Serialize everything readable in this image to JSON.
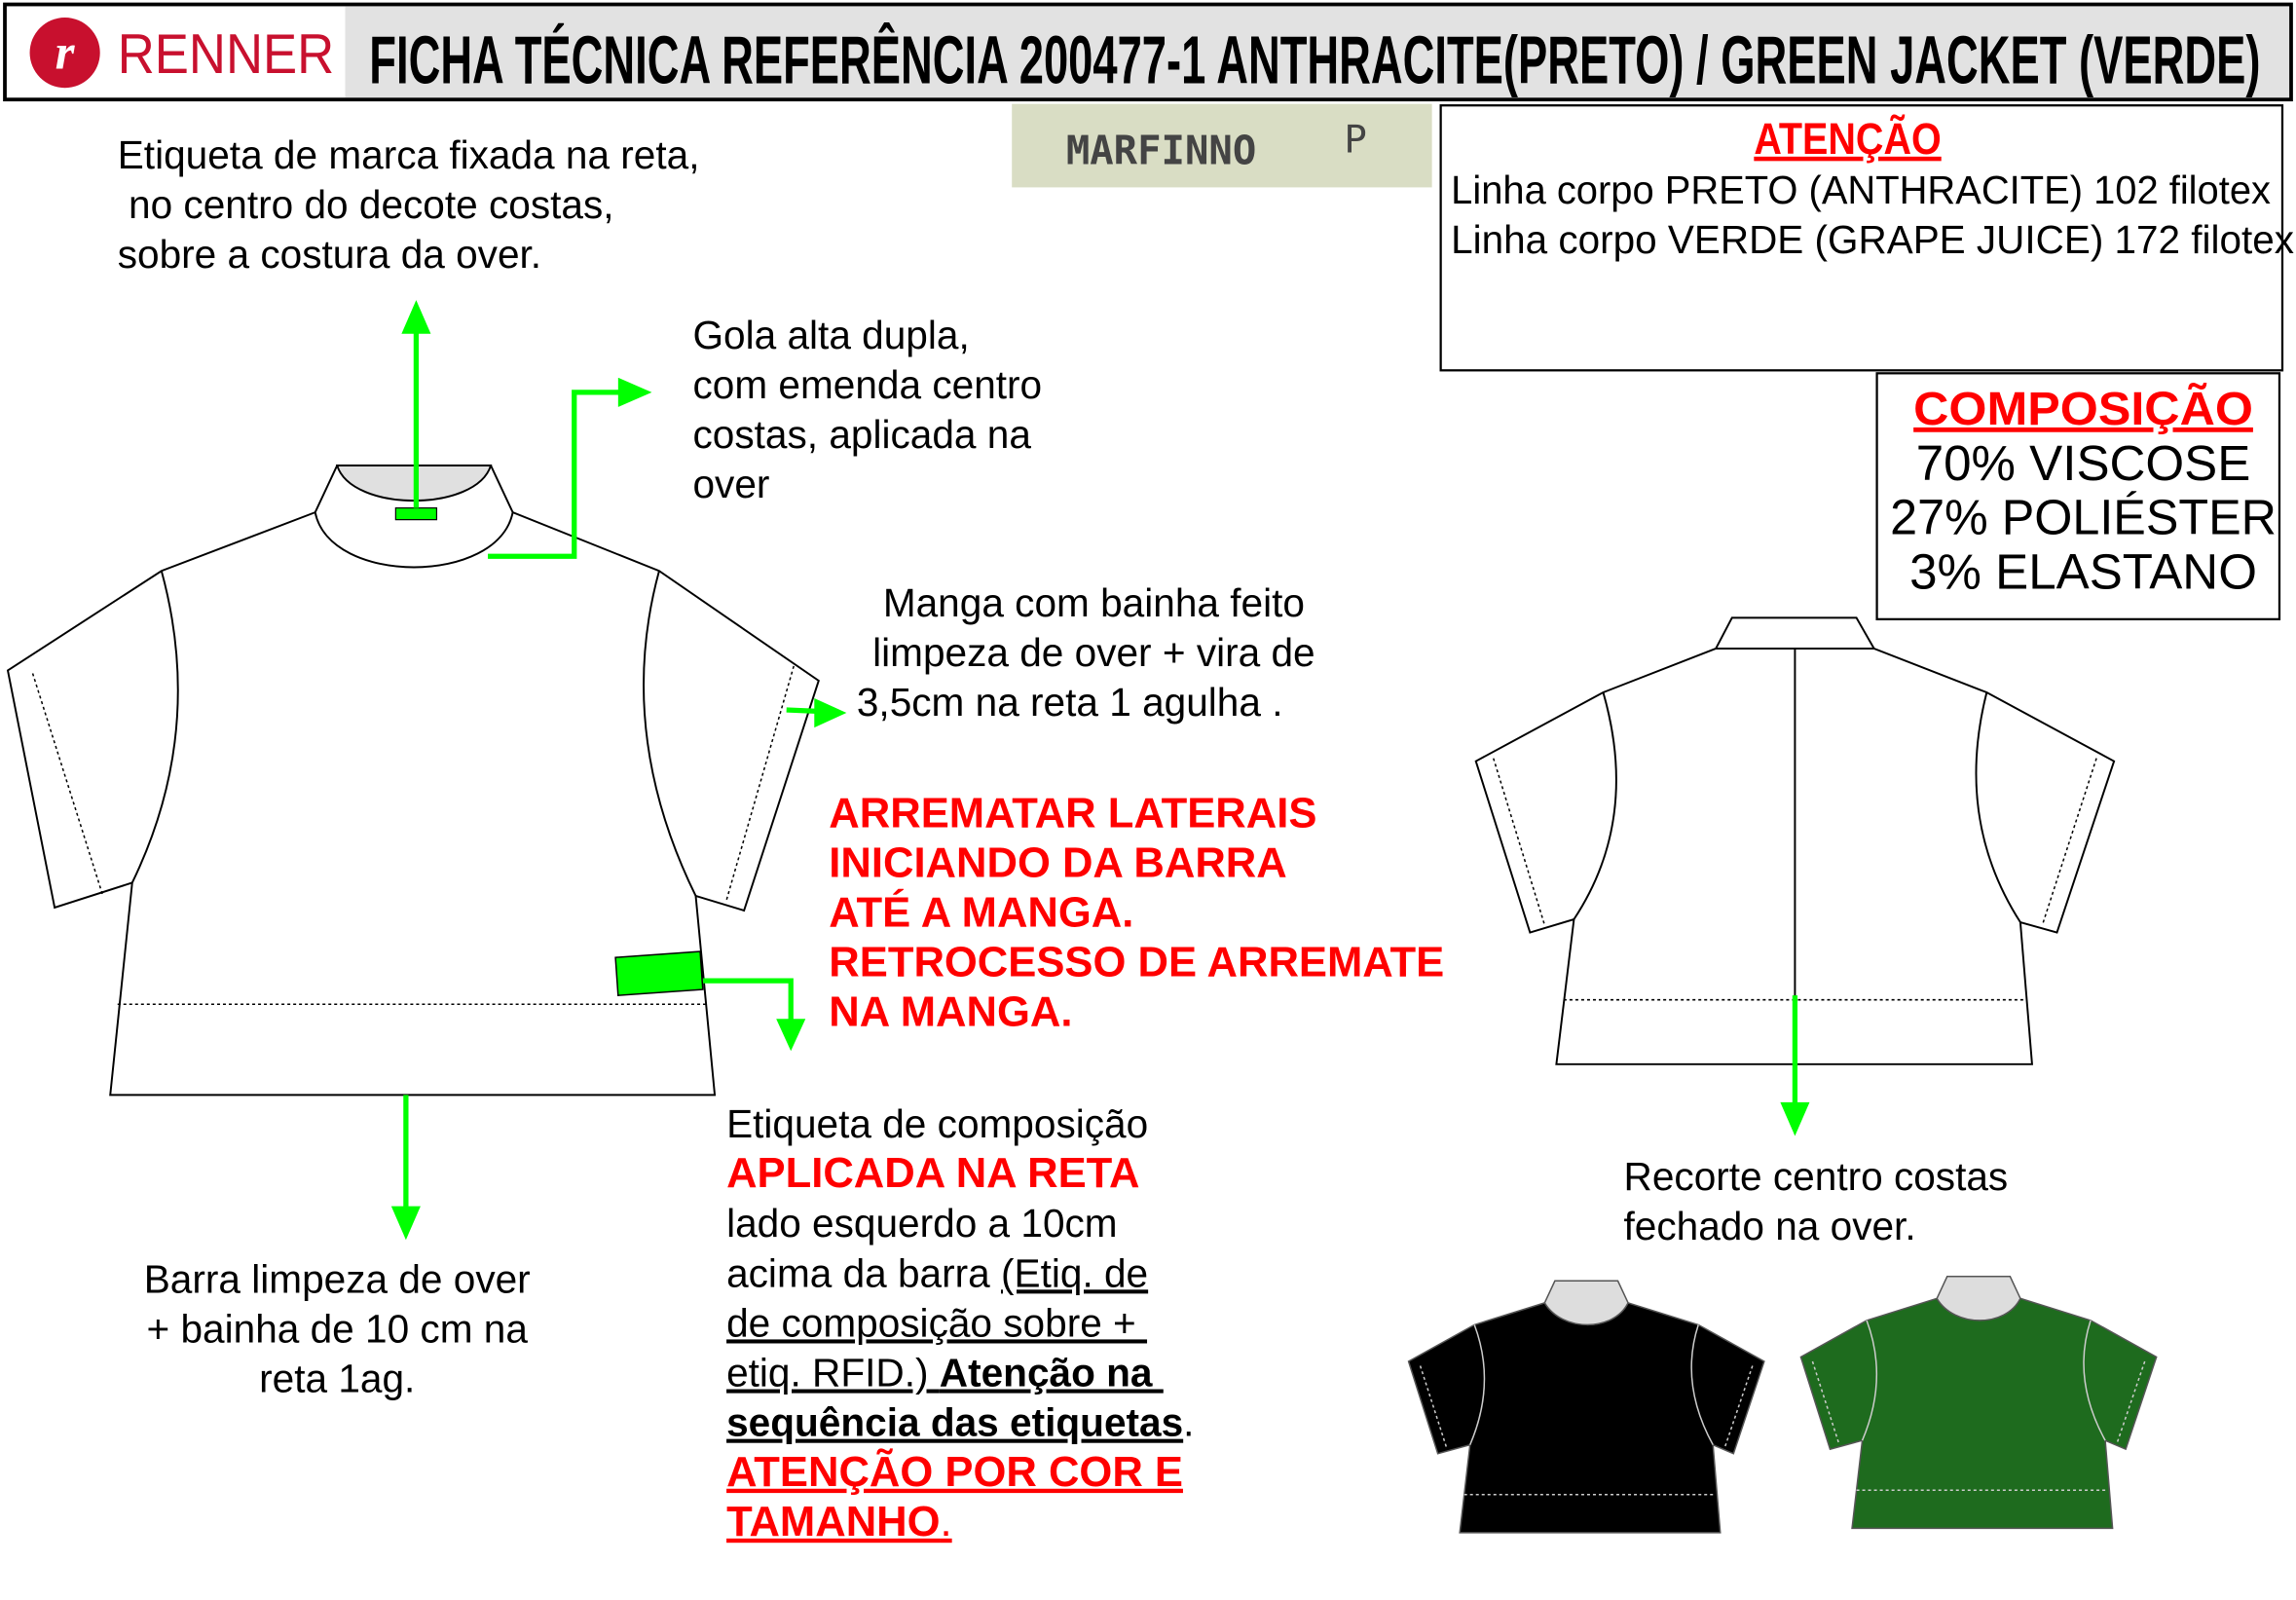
{
  "header": {
    "brand": "RENNER",
    "logo_letter": "r",
    "title": "FICHA TÉCNICA REFERÊNCIA 200477-1 ANTHRACITE(PRETO) / GREEN JACKET (VERDE)"
  },
  "brand_label": {
    "text": "MARFINNO",
    "size": "P"
  },
  "attention": {
    "title": "ATENÇÃO",
    "lines": [
      "Linha corpo PRETO (ANTHRACITE) 102 filotex",
      "Linha corpo VERDE  (GRAPE JUICE) 172 filotex"
    ]
  },
  "composition": {
    "title": "COMPOSIÇÃO",
    "items": [
      "70% VISCOSE",
      "27% POLIÉSTER",
      "3% ELASTANO"
    ]
  },
  "notes": {
    "brand_label_note": [
      "Etiqueta de marca fixada na reta,",
      " no centro do decote costas,",
      "sobre a costura da over."
    ],
    "collar_note": [
      "Gola alta dupla,",
      "com emenda centro",
      "costas, aplicada na",
      "over"
    ],
    "sleeve_note": [
      "Manga com bainha feito",
      "limpeza de over + vira de",
      "3,5cm na reta 1 agulha ."
    ],
    "side_seam_warning": [
      "ARREMATAR LATERAIS",
      "INICIANDO DA BARRA",
      "ATÉ A MANGA.",
      "RETROCESSO DE ARREMATE",
      "NA MANGA."
    ],
    "composition_label_note": {
      "l1": "Etiqueta de composição",
      "l2": "APLICADA NA RETA",
      "l3": "lado esquerdo a 10cm",
      "l4a": "acima da barra ",
      "l4b": "(Etiq. de",
      "l5": "de composição sobre + ",
      "l6a": "etiq. RFID.) ",
      "l6b": "Atenção na ",
      "l7a": "sequência das etiquetas",
      "l7b": ".",
      "l8": "ATENÇÃO POR COR E",
      "l9a": "TAMANHO",
      "l9b": "."
    },
    "hem_note": [
      "Barra limpeza de over",
      "+ bainha de 10 cm na",
      "reta 1ag."
    ],
    "back_seam_note": [
      "Recorte centro costas",
      "fechado na over."
    ]
  },
  "colors": {
    "brand_red": "#c8102e",
    "arrow_green": "#00ff00",
    "warning_red": "#ff0000",
    "variant_black": "#000000",
    "variant_green": "#1e6b1e"
  }
}
